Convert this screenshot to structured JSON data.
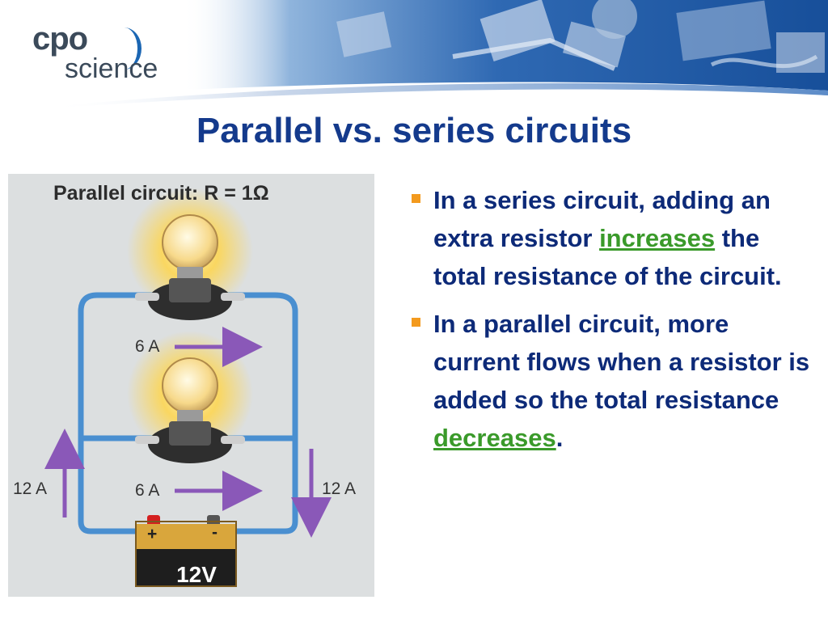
{
  "logo": {
    "brand": "cpo",
    "sub": "science"
  },
  "slide": {
    "title": "Parallel vs. series circuits"
  },
  "diagram": {
    "title": "Parallel circuit: R = 1Ω",
    "current_bulb_top": "6 A",
    "current_bulb_bottom": "6 A",
    "current_left": "12 A",
    "current_right": "12 A",
    "battery_plus": "+",
    "battery_minus": "-",
    "battery_voltage": "12V"
  },
  "bullets": [
    {
      "before": "In a series circuit, adding an extra resistor ",
      "highlight": "increases",
      "after": " the total resistance of the circuit."
    },
    {
      "before": "In a parallel circuit, more current flows when a resistor is added so the total resistance ",
      "highlight": "decreases",
      "after": "."
    }
  ],
  "colors": {
    "title": "#143a8c",
    "bullet_text": "#0d2a78",
    "bullet_marker": "#f39a1e",
    "highlight": "#3a9a2a",
    "wire": "#4a8fd0",
    "arrow": "#8a58b8"
  }
}
